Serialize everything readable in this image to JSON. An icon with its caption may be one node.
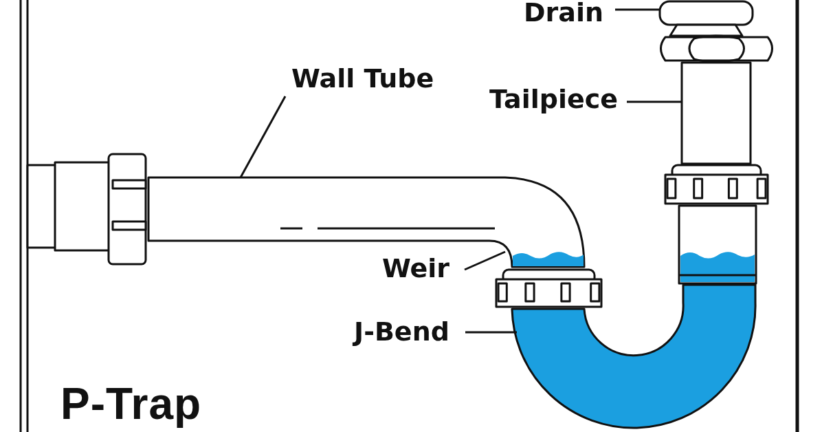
{
  "diagram": {
    "title": "P-Trap",
    "nodes": [
      {
        "text": [
          "Drain"
        ]
      },
      {
        "text": [],
        "shape": "box"
      },
      {
        "text": [
          "Wall Tube"
        ]
      },
      {
        "text": [],
        "shape": "picture"
      },
      {
        "text": [
          "Tailpiece"
        ]
      },
      {
        "text": [],
        "shape": "cylinder"
      },
      {
        "text": [
          "Weir"
        ]
      },
      {
        "text": [
          "J-Bend"
        ]
      },
      {
        "text": [],
        "shape": "picture"
      }
    ],
    "edges": [
      {
        "from": 0,
        "to": 1,
        "arrow": "none"
      },
      {
        "from": 2,
        "to": 3,
        "arrow": "none"
      },
      {
        "from": 4,
        "to": 5,
        "arrow": "none"
      },
      {
        "from": 6,
        "to": 3,
        "arrow": "none"
      },
      {
        "from": 7,
        "to": 8,
        "arrow": "none"
      }
    ]
  }
}
